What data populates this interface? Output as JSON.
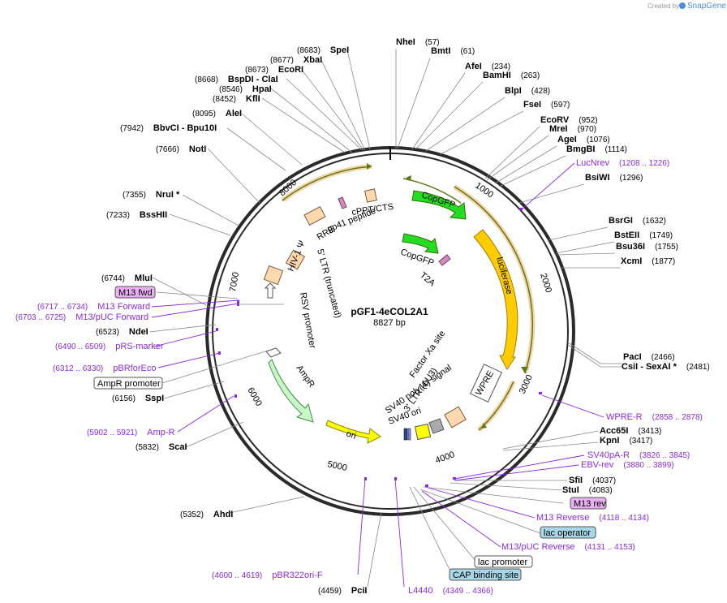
{
  "credit": {
    "prefix": "Created by",
    "brand": "SnapGene"
  },
  "plasmid": {
    "name": "pGF1-4eCOL2A1",
    "length": "8827 bp"
  },
  "ticks": [
    "1000",
    "2000",
    "3000",
    "4000",
    "5000",
    "6000",
    "7000",
    "8000"
  ],
  "enzymes": [
    {
      "name": "NheI",
      "pos": "(57)"
    },
    {
      "name": "BmtI",
      "pos": "(61)"
    },
    {
      "name": "AfeI",
      "pos": "(234)"
    },
    {
      "name": "BamHI",
      "pos": "(263)"
    },
    {
      "name": "BlpI",
      "pos": "(428)"
    },
    {
      "name": "FseI",
      "pos": "(597)"
    },
    {
      "name": "EcoRV",
      "pos": "(952)"
    },
    {
      "name": "MreI",
      "pos": "(970)"
    },
    {
      "name": "AgeI",
      "pos": "(1076)"
    },
    {
      "name": "BmgBI",
      "pos": "(1114)"
    },
    {
      "name": "BsiWI",
      "pos": "(1296)"
    },
    {
      "name": "BsrGI",
      "pos": "(1632)"
    },
    {
      "name": "BstEII",
      "pos": "(1749)"
    },
    {
      "name": "Bsu36I",
      "pos": "(1755)"
    },
    {
      "name": "XcmI",
      "pos": "(1877)"
    },
    {
      "name": "PacI",
      "pos": "(2466)"
    },
    {
      "name": "CsiI  - SexAI *",
      "pos": "(2481)"
    },
    {
      "name": "Acc65I",
      "pos": "(3413)"
    },
    {
      "name": "KpnI",
      "pos": "(3417)"
    },
    {
      "name": "SfiI",
      "pos": "(4037)"
    },
    {
      "name": "StuI",
      "pos": "(4083)"
    },
    {
      "name": "PciI",
      "pos": "(4459)"
    },
    {
      "name": "AhdI",
      "pos": "(5352)"
    },
    {
      "name": "ScaI",
      "pos": "(5832)"
    },
    {
      "name": "SspI",
      "pos": "(6156)"
    },
    {
      "name": "NdeI",
      "pos": "(6523)"
    },
    {
      "name": "MluI",
      "pos": "(6744)"
    },
    {
      "name": "BssHII",
      "pos": "(7233)"
    },
    {
      "name": "NruI *",
      "pos": "(7355)"
    },
    {
      "name": "NotI",
      "pos": "(7666)"
    },
    {
      "name": "BbvCI   - Bpu10I",
      "pos": "(7942)"
    },
    {
      "name": "AleI",
      "pos": "(8095)"
    },
    {
      "name": "KflI",
      "pos": "(8452)"
    },
    {
      "name": "HpaI",
      "pos": "(8546)"
    },
    {
      "name": "BspDI   - ClaI",
      "pos": "(8668)"
    },
    {
      "name": "EcoRI",
      "pos": "(8673)"
    },
    {
      "name": "XbaI",
      "pos": "(8677)"
    },
    {
      "name": "SpeI",
      "pos": "(8683)"
    }
  ],
  "primers": [
    {
      "name": "LucNrev",
      "pos": "(1208 .. 1226)"
    },
    {
      "name": "WPRE-R",
      "pos": "(2858 .. 2878)"
    },
    {
      "name": "SV40pA-R",
      "pos": "(3826 .. 3845)"
    },
    {
      "name": "EBV-rev",
      "pos": "(3880 .. 3899)"
    },
    {
      "name": "M13 Reverse",
      "pos": "(4118 .. 4134)"
    },
    {
      "name": "M13/pUC Reverse",
      "pos": "(4131 .. 4153)"
    },
    {
      "name": "L4440",
      "pos": "(4349 .. 4366)"
    },
    {
      "name": "pBR322ori-F",
      "pos": "(4600 .. 4619)"
    },
    {
      "name": "Amp-R",
      "pos": "(5902 .. 5921)"
    },
    {
      "name": "pBRforEco",
      "pos": "(6312 .. 6330)"
    },
    {
      "name": "pRS-marker",
      "pos": "(6490 .. 6509)"
    },
    {
      "name": "M13/pUC Forward",
      "pos": "(6703 .. 6725)"
    },
    {
      "name": "M13 Forward",
      "pos": "(6717 .. 6734)"
    }
  ],
  "boxes": {
    "m13_rev": "M13 rev",
    "lac_operator": "lac operator",
    "lac_promoter": "lac promoter",
    "cap_site": "CAP binding site",
    "m13_fwd": "M13 fwd",
    "ampr_promoter": "AmpR promoter"
  },
  "features": {
    "copgfp_outer": "CopGFP",
    "luciferase": "luciferase",
    "copgfp_inner": "CopGFP",
    "t2a": "T2A",
    "cppt": "cPPT/CTS",
    "gp41": "gp41 peptide",
    "rre": "RRE",
    "hiv_psi": "HIV-1 Ψ",
    "ltr5": "5' LTR (truncated)",
    "rsv": "RSV promoter",
    "ampr": "AmpR",
    "ori": "ori",
    "sv40ori": "SV40 ori",
    "sv40polya": "SV40 poly(A) signal",
    "ltr3": "3' LTR (ΔU3)",
    "wpre": "WPRE",
    "factor_xa": "Factor Xa site"
  },
  "colors": {
    "backbone": "#2a2a2a",
    "green": "#22dd22",
    "orange": "#ffcc00",
    "ori_yellow": "#ffff00",
    "peach": "#ffd8b0",
    "ampr": "#c8f7c8",
    "primer": "#8a2be2",
    "m13box": "#e8b0f0",
    "lacbox": "#a8d8e8"
  }
}
